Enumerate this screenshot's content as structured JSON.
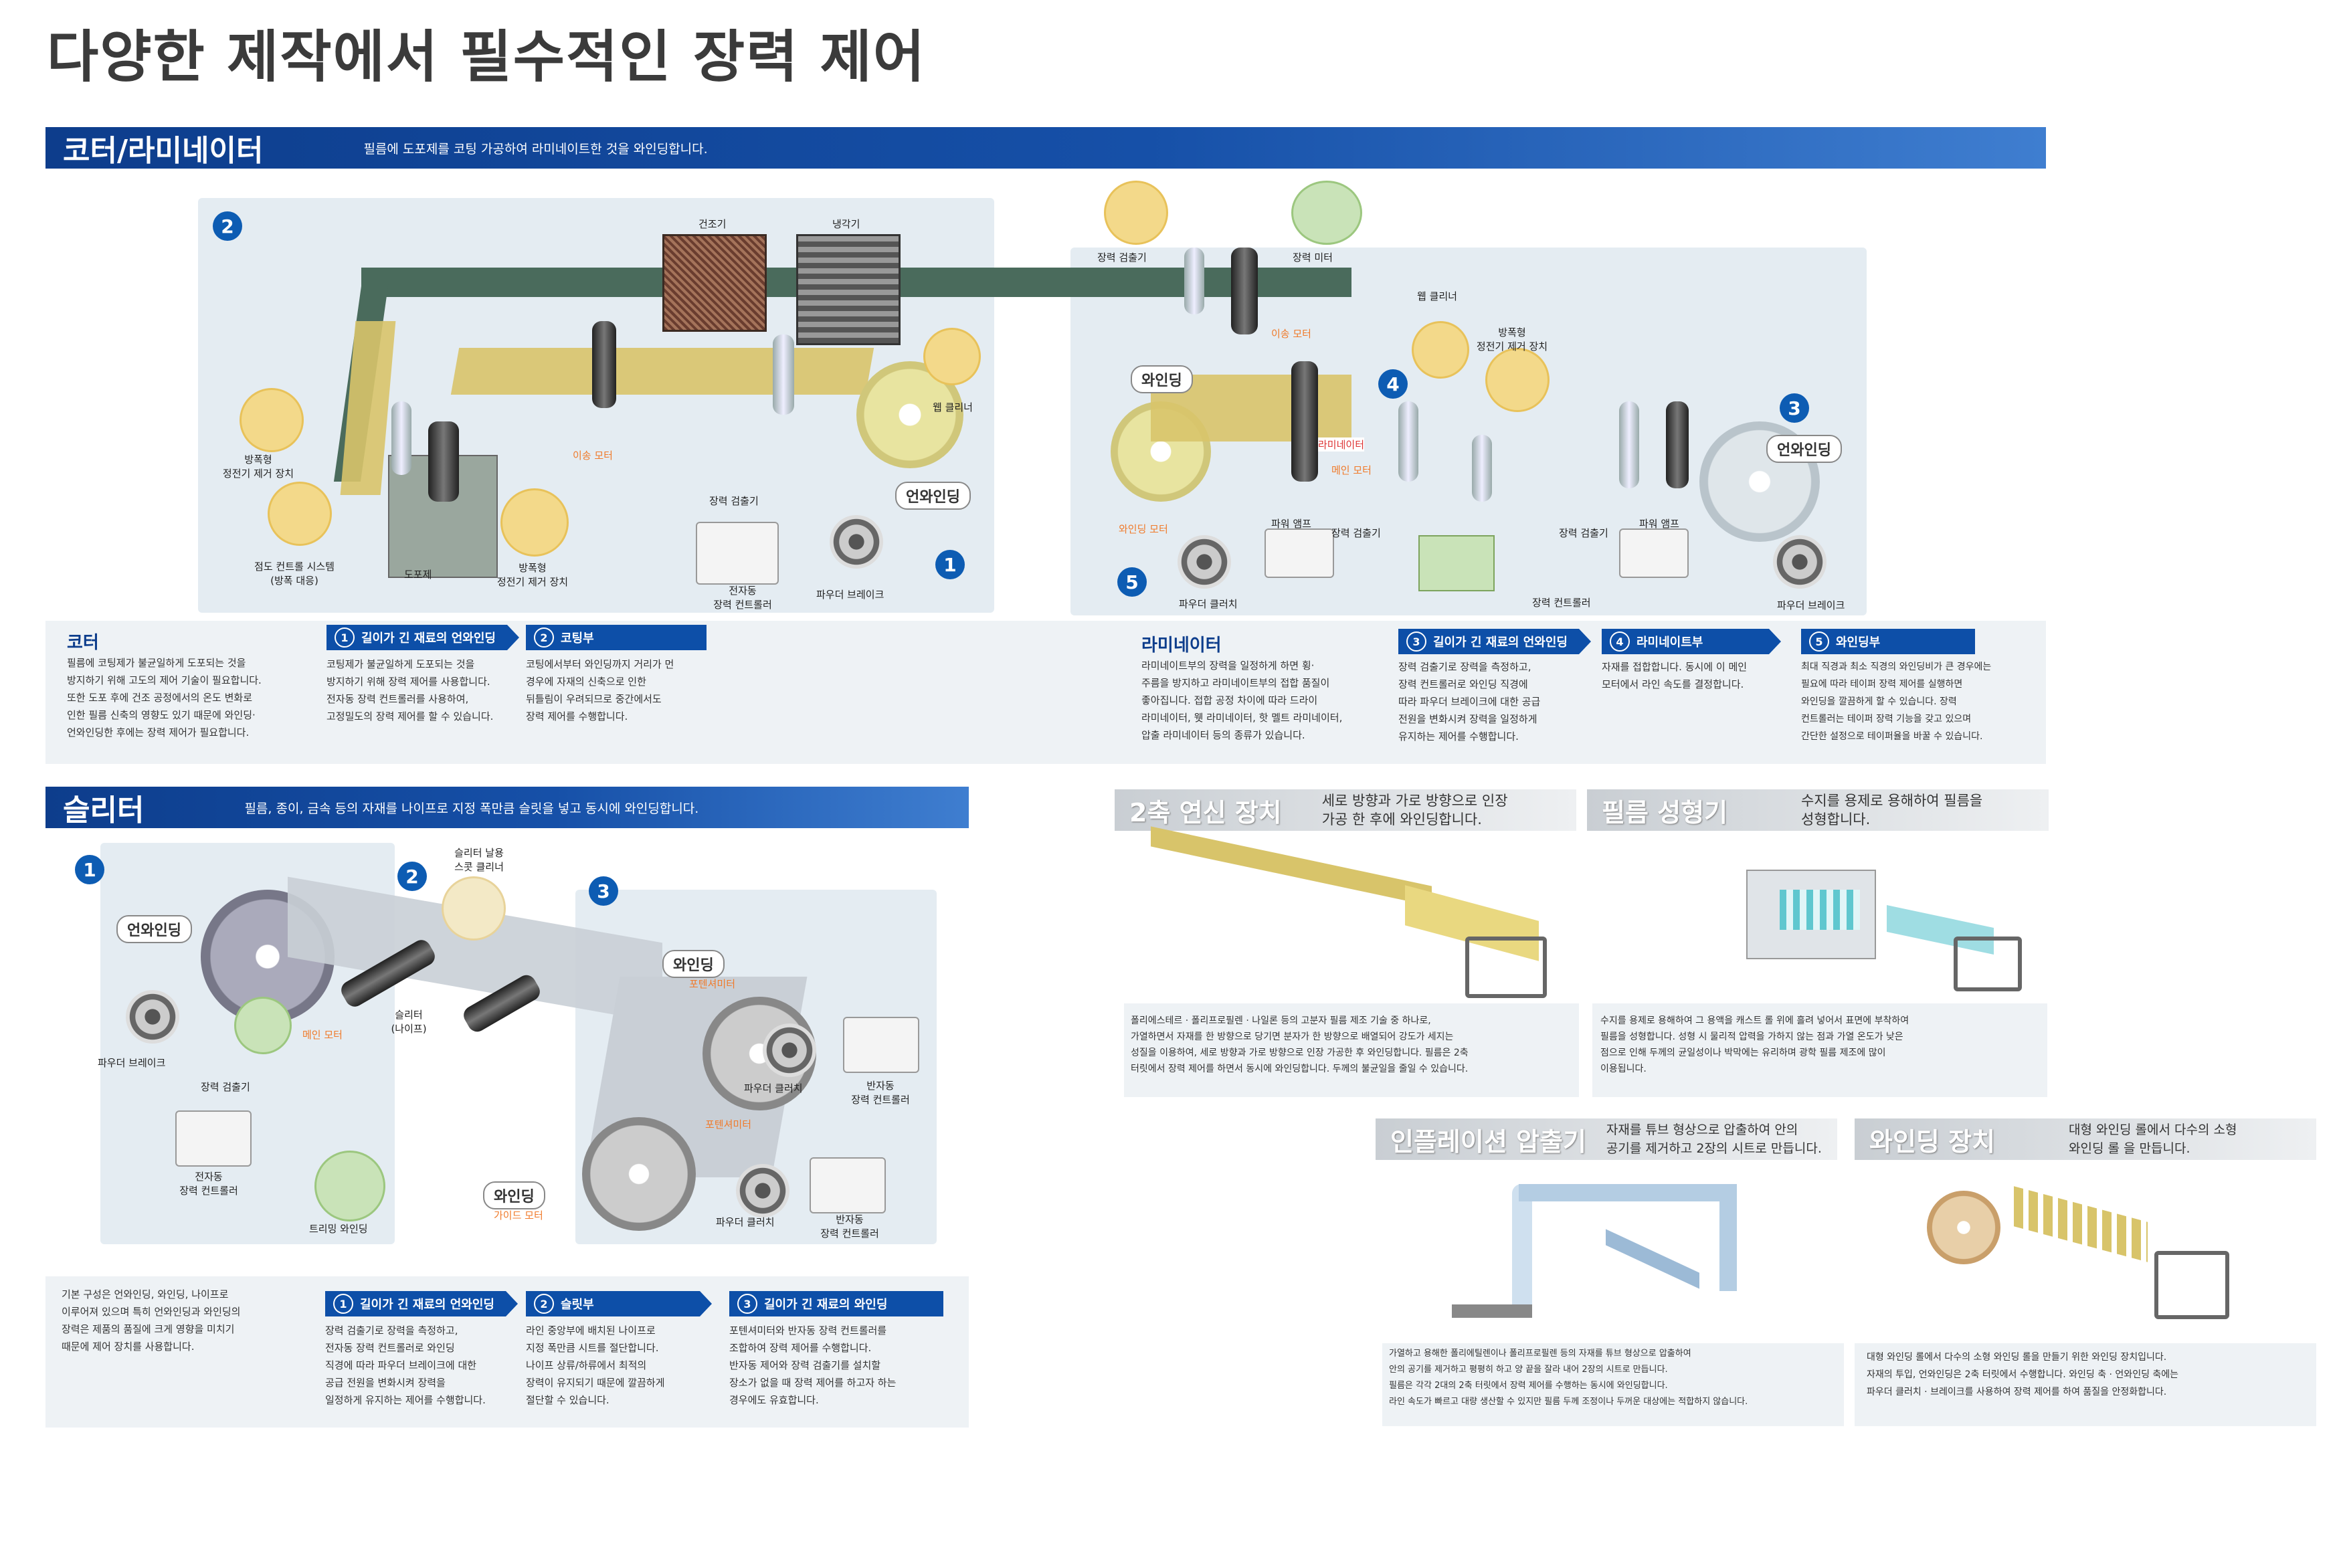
{
  "page_title": "다양한 제작에서 필수적인 장력 제어",
  "coater": {
    "band_title": "코터/라미네이터",
    "band_desc": "필름에 도포제를 코팅 가공하여 라미네이트한 것을 와인딩합니다.",
    "diagram_labels": {
      "dryer": "건조기",
      "cooler": "냉각기",
      "tension_detector_top": "장력 검출기",
      "tension_meter": "장력 미터",
      "transfer_motor_top": "이송 모터",
      "web_cleaner_right": "웹 클리너",
      "static_remover_right": "방폭형\n정전기 제거 장치",
      "winding": "와인딩",
      "laminator_label": "라미네이터",
      "main_motor": "메인 모터",
      "winding_motor": "와인딩 모터",
      "power_clutch": "파우더 클러치",
      "power_amp_1": "파워 앰프",
      "power_amp_2": "파워 앰프",
      "tension_detector_mid": "장력 검출기",
      "tension_detector_mid2": "장력 검출기",
      "tension_controller_mid": "장력 컨트롤러",
      "unwinding_right": "언와인딩",
      "power_brake_right": "파우더 브레이크",
      "static_remover_left": "방폭형\n정전기 제거 장치",
      "viscosity_system": "점도 컨트롤 시스템\n(방폭 대응)",
      "coating_agent": "도포제",
      "static_remover_bottom": "방폭형\n정전기 제거 장치",
      "transfer_motor_left": "이송 모터",
      "tension_detector_left": "장력 검출기",
      "web_cleaner_left": "웹 클리너",
      "unwinding_left": "언와인딩",
      "auto_tension_controller": "전자동\n장력 컨트롤러",
      "power_brake_left": "파우더 브레이크"
    },
    "badges": [
      "1",
      "2",
      "3",
      "4",
      "5"
    ],
    "coater_heading": "코터",
    "coater_text": "필름에 코팅제가 불균일하게 도포되는 것을\n방지하기 위해 고도의 제어 기술이 필요합니다.\n또한 도포 후에 건조 공정에서의 온도 변화로\n인한 필름 신축의 영향도 있기 때문에 와인딩·\n언와인딩한 후에는 장력 제어가 필요합니다.",
    "step1_title": "길이가 긴 재료의 언와인딩",
    "step1_text": "코팅제가 불균일하게 도포되는 것을\n방지하기 위해 장력 제어를 사용합니다.\n전자동 장력 컨트롤러를 사용하여,\n고정밀도의 장력 제어를 할 수 있습니다.",
    "step2_title": "코팅부",
    "step2_text": "코팅에서부터 와인딩까지 거리가 먼\n경우에 자재의 신축으로 인한\n뒤틀림이 우려되므로 중간에서도\n장력 제어를 수행합니다.",
    "laminator_heading": "라미네이터",
    "laminator_text": "라미네이트부의 장력을 일정하게 하면 횡·\n주름을 방지하고 라미네이트부의 접합 품질이\n좋아집니다. 접합 공정 차이에 따라 드라이\n라미네이터, 웻 라미네이터, 핫 멜트 라미네이터,\n압출 라미네이터 등의 종류가 있습니다.",
    "step3_title": "길이가 긴 재료의 언와인딩",
    "step3_text": "장력 검출기로 장력을 측정하고,\n장력 컨트롤러로 와인딩 직경에\n따라 파우더 브레이크에 대한 공급\n전원을 변화시켜 장력을 일정하게\n유지하는 제어를 수행합니다.",
    "step4_title": "라미네이트부",
    "step4_text": "자재를 접합합니다. 동시에 이 메인\n모터에서 라인 속도를 결정합니다.",
    "step5_title": "와인딩부",
    "step5_text": "최대 직경과 최소 직경의 와인딩비가 큰 경우에는\n필요에 따라 테이퍼 장력 제어를 실행하면\n와인딩을 깔끔하게 할 수 있습니다. 장력\n컨트롤러는 테이퍼 장력 기능을 갖고 있으며\n간단한 설정으로 테이퍼율을 바꿀 수 있습니다."
  },
  "slitter": {
    "band_title": "슬리터",
    "band_desc": "필름, 종이, 금속 등의 자재를 나이프로 지정 폭만큼 슬릿을 넣고 동시에 와인딩합니다.",
    "diagram_labels": {
      "unwinding": "언와인딩",
      "power_brake": "파우더 브레이크",
      "main_motor": "메인 모터",
      "tension_detector": "장력 검출기",
      "auto_tension_controller": "전자동\n장력 컨트롤러",
      "trim_winding": "트리밍 와인딩",
      "slitter_knife": "슬리터\n(나이프)",
      "slitter_blade_cleaner": "슬리터 날용\n스콧 클리너",
      "winding_top": "와인딩",
      "potentiometer_top": "포텐셔미터",
      "power_clutch_top": "파우더 클러치",
      "semi_auto_controller_top": "반자동\n장력 컨트롤러",
      "potentiometer_bottom": "포텐셔미터",
      "winding_bottom": "와인딩",
      "guide_roller": "가이드 모터",
      "power_clutch_bottom": "파우더 클러치",
      "semi_auto_controller_bottom": "반자동\n장력 컨트롤러"
    },
    "badges": [
      "1",
      "2",
      "3"
    ],
    "intro_text": "기본 구성은 언와인딩, 와인딩, 나이프로\n이루어져 있으며 특히 언와인딩과 와인딩의\n장력은 제품의 품질에 크게 영향을 미치기\n때문에 제어 장치를 사용합니다.",
    "step1_title": "길이가 긴 재료의 언와인딩",
    "step1_text": "장력 검출기로 장력을 측정하고,\n전자동 장력 컨트롤러로 와인딩\n직경에 따라 파우더 브레이크에 대한\n공급 전원을 변화시켜 장력을\n일정하게 유지하는 제어를 수행합니다.",
    "step2_title": "슬릿부",
    "step2_text": "라인 중앙부에 배치된 나이프로\n지정 폭만큼 시트를 절단합니다.\n나이프 상류/하류에서 최적의\n장력이 유지되기 때문에 깔끔하게\n절단할 수 있습니다.",
    "step3_title": "길이가 긴 재료의 와인딩",
    "step3_text": "포텐셔미터와 반자동 장력 컨트롤러를\n조합하여 장력 제어를 수행합니다.\n반자동 제어와 장력 검출기를 설치할\n장소가 없을 때 장력 제어를 하고자 하는\n경우에도 유효합니다."
  },
  "biaxial": {
    "title": "2축 연신 장치",
    "desc": "세로 방향과 가로 방향으로 인장\n가공 한 후에 와인딩합니다.",
    "text": "폴리에스테르 · 폴리프로필렌 · 나일론 등의 고분자 필름 제조 기술 중 하나로,\n가열하면서 자재를 한 방향으로 당기면 분자가 한 방향으로 배열되어 강도가 세지는\n성질을 이용하여, 세로 방향과 가로 방향으로 인장 가공한 후 와인딩합니다. 필름은 2축\n터릿에서 장력 제어를 하면서 동시에 와인딩합니다. 두께의 불균일을 줄일 수 있습니다."
  },
  "film_forming": {
    "title": "필름 성형기",
    "desc": "수지를 용제로 용해하여 필름을\n성형합니다.",
    "text": "수지를 용제로 용해하여 그 용액을 캐스트 롤 위에 흘려 넣어서 표면에 부착하여\n필름을 성형합니다. 성형 시 물리적 압력을 가하지 않는 점과 가열 온도가 낮은\n점으로 인해 두께의 균일성이나 박막에는 유리하며 광학 필름 제조에 많이\n이용됩니다."
  },
  "inflation": {
    "title": "인플레이션 압출기",
    "desc": "자재를 튜브 형상으로 압출하여 안의\n공기를 제거하고 2장의 시트로 만듭니다.",
    "text": "가열하고 용해한 폴리에틸렌이나 폴리프로필렌 등의 자재를 튜브 형상으로 압출하여\n안의 공기를 제거하고 평평히 하고 양 끝을 잘라 내어 2장의 시트로 만듭니다.\n필름은 각각 2대의 2축 터릿에서 장력 제어를 수행하는 동시에 와인딩합니다.\n라인 속도가 빠르고 대량 생산할 수 있지만 필름 두께 조정이나 두꺼운 대상에는 적합하지 않습니다."
  },
  "winding_device": {
    "title": "와인딩 장치",
    "desc": "대형 와인딩 롤에서 다수의 소형\n와인딩 롤 을 만듭니다.",
    "text": "대형 와인딩 롤에서 다수의 소형 와인딩 롤을 만들기 위한 와인딩 장치입니다.\n자재의 투입, 언와인딩은 2축 터릿에서 수행합니다. 와인딩 축 · 언와인딩 축에는\n파우더 클러치 · 브레이크를 사용하여 장력 제어를 하여 품질을 안정화합니다."
  },
  "colors": {
    "accent_blue": "#0d4fa8",
    "orange_label": "#f07a2a",
    "web_yellow": "#d8c46a",
    "panel_bg": "#e4ecf2"
  }
}
